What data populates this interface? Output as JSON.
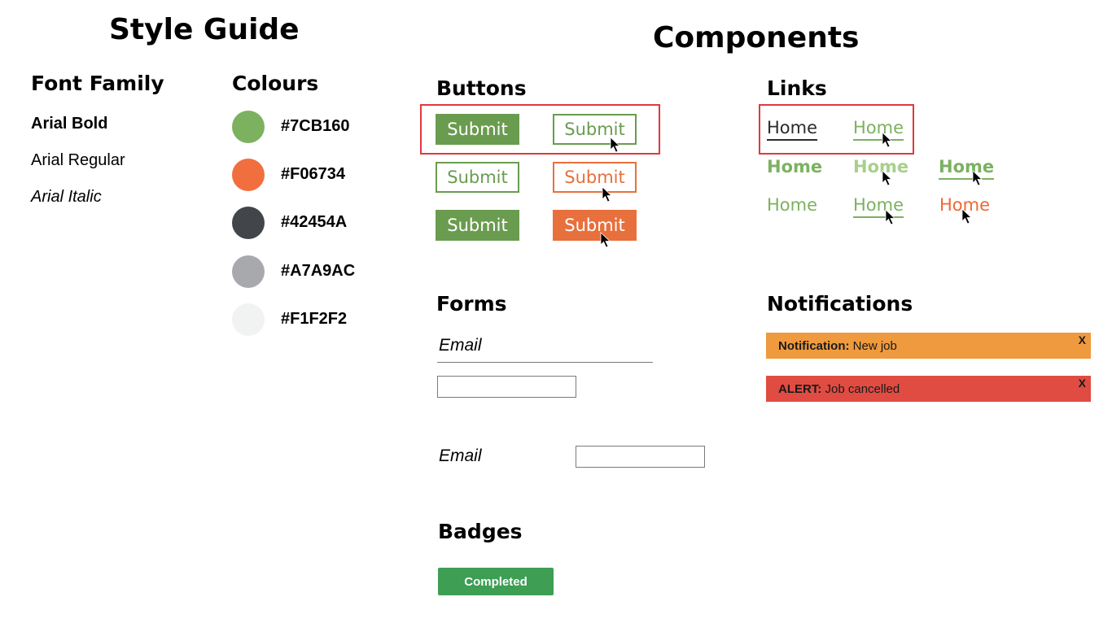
{
  "style_guide": {
    "title": "Style Guide",
    "font_family": {
      "heading": "Font Family",
      "samples": [
        "Arial Bold",
        "Arial Regular",
        "Arial Italic"
      ]
    },
    "colours": {
      "heading": "Colours",
      "items": [
        {
          "hex": "#7CB160"
        },
        {
          "hex": "#F06734"
        },
        {
          "hex": "#42454A"
        },
        {
          "hex": "#A7A9AC"
        },
        {
          "hex": "#F1F2F2"
        }
      ]
    }
  },
  "components": {
    "title": "Components",
    "buttons": {
      "heading": "Buttons",
      "label": "Submit",
      "colors": {
        "green": "#6a9c4f",
        "orange": "#e8703c"
      }
    },
    "links": {
      "heading": "Links",
      "label": "Home",
      "colors": {
        "dark": "#2b2b2b",
        "green": "#7cb160",
        "light_green": "#a8cf8b",
        "orange": "#f06734"
      }
    },
    "forms": {
      "heading": "Forms",
      "field_label": "Email"
    },
    "notifications": {
      "heading": "Notifications",
      "items": [
        {
          "title": "Notification:",
          "message": "New job",
          "close": "X",
          "color": "#ef9a3e"
        },
        {
          "title": "ALERT:",
          "message": "Job cancelled",
          "close": "X",
          "color": "#e04c42"
        }
      ]
    },
    "badges": {
      "heading": "Badges",
      "badge_label": "Completed",
      "badge_color": "#3d9e54"
    }
  }
}
